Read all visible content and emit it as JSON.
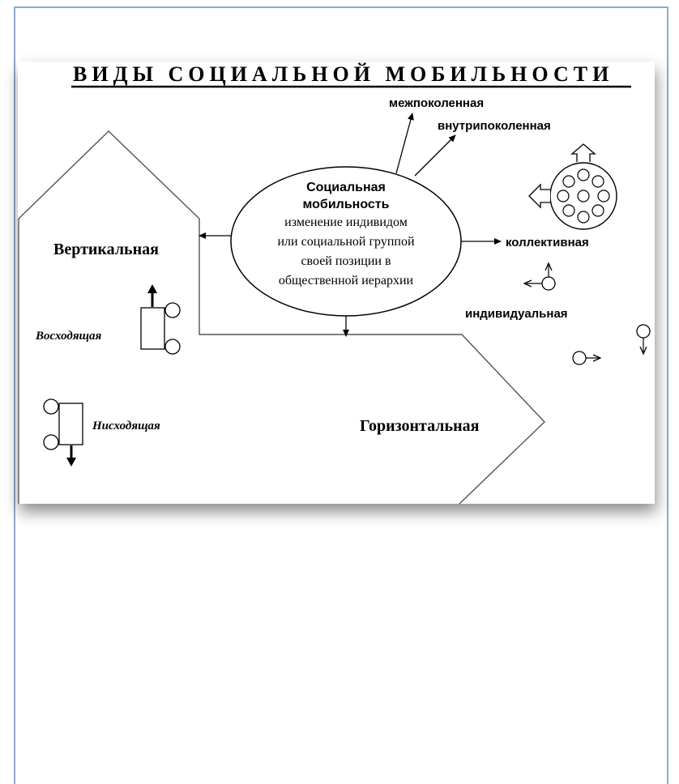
{
  "title": "ВИДЫ СОЦИАЛЬНОЙ МОБИЛЬНОСТИ",
  "center": {
    "heading_line1": "Социальная",
    "heading_line2": "мобильность",
    "desc_line1": "изменение индивидом",
    "desc_line2": "или социальной группой",
    "desc_line3": "своей позиции в",
    "desc_line4": "общественной иерархии"
  },
  "labels": {
    "intergenerational": "межпоколенная",
    "intragenerational": "внутрипоколенная",
    "collective": "коллективная",
    "individual": "индивидуальная",
    "vertical": "Вертикальная",
    "upward": "Восходящая",
    "downward": "Нисходящая",
    "horizontal": "Горизонтальная"
  }
}
